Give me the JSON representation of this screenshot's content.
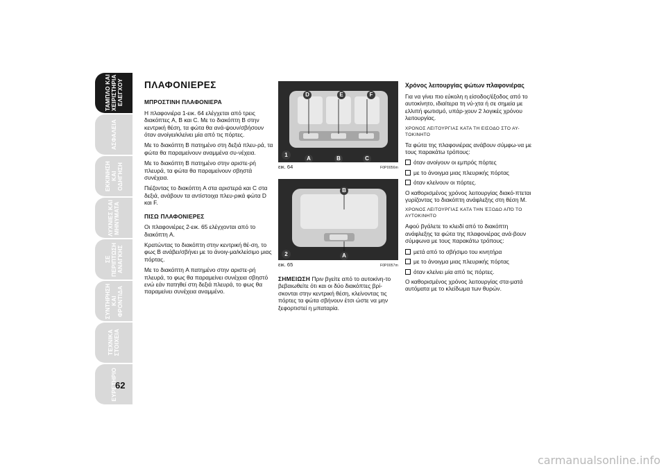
{
  "sidebar": {
    "tabs": [
      {
        "label": "ΤΑΜΠΛΟ ΚΑΙ\nΧΕΙΡΙΣΤΗΡΙΑ\nΕΛΕΓΧΟΥ",
        "active": true
      },
      {
        "label": "ΑΣΦΑΛΕΙΑ",
        "active": false
      },
      {
        "label": "ΕΚΚΙΝΗΣΗ\nΚΑΙ ΟΔΗΓΗΣΗ",
        "active": false
      },
      {
        "label": "ΛΥΧΝΙΕΣ ΚΑΙ\nΜΗΝΥΜΑΤΑ",
        "active": false
      },
      {
        "label": "ΣΕ ΠΕΡΙΠΤΩΣΗ\nΑΝΑΓΚΗΣ",
        "active": false
      },
      {
        "label": "ΣΥΝΤΗΡΗΣΗ\nΚΑΙ ΦΡΟΝΤΙΔΑ",
        "active": false
      },
      {
        "label": "ΤΕΧΝΙΚΑ\nΣΤΟΙΧΕΙΑ",
        "active": false
      },
      {
        "label": "ΕΥΡΕΤΗΡΙΟ",
        "active": false
      }
    ]
  },
  "page_number": "62",
  "col1": {
    "title": "ΠΛΑΦΟΝΙΕΡΕΣ",
    "front_heading": "ΜΠΡΟΣΤΙΝΗ ΠΛΑΦΟΝΙΕΡΑ",
    "p1": "Η πλαφονιέρα 1-εικ. 64 ελέγχεται από τρεις διακόπτες A, B και C. Με το διακόπτη B στην κεντρική θέση, τα φώτα θα ανά-ψουν/σβήσουν όταν ανοίγει/κλείνει μία από τις πόρτες.",
    "p2": "Με το διακόπτη B πατημένο στη δεξιά πλευ-ρά, τα φώτα θα παραμείνουν αναμμένα συ-νέχεια.",
    "p3": "Με το διακόπτη B πατημένο στην αριστε-ρή πλευρά, τα φώτα θα παραμείνουν σβηστά συνέχεια.",
    "p4": "Πιέζοντας το διακόπτη A στα αριστερά και C στα δεξιά, ανάβουν τα αντίστοιχα πλευ-ρικά φώτα D και F.",
    "rear_heading": "ΠΙΣΩ ΠΛΑΦΟΝΙΕΡΕΣ",
    "p5": "Οι πλαφονιέρες 2-εικ. 65 ελέγχονται από το διακόπτη A.",
    "p6": "Κρατώντας το διακόπτη στην κεντρική θέ-ση, το φως B ανάβει/σβήνει με το άνοιγ-μα/κλείσιμο μιας πόρτας.",
    "p7": "Με το διακόπτη A πατημένο στην αριστε-ρή πλευρά, το φως θα παραμείνει συνέχεια σβηστό ενώ εάν πατηθεί στη δεξιά πλευρά, το φως θα παραμείνει συνέχεια αναμμένο."
  },
  "figures": [
    {
      "label": "εικ. 64",
      "code": "F0P0056m",
      "markers": [
        "D",
        "E",
        "F",
        "1",
        "A",
        "B",
        "C"
      ]
    },
    {
      "label": "εικ. 65",
      "code": "F0P0057m",
      "markers": [
        "B",
        "2",
        "A"
      ]
    }
  ],
  "note": {
    "lead": "ΣΗΜΕΙΩΣΗ",
    "text": " Πριν βγείτε από το αυτοκίνη-το βεβαιωθείτε ότι και οι δύο διακόπτες βρί-σκονται στην κεντρική θέση, κλείνοντας τις πόρτες τα φώτα σβήνουν έτσι ώστε να μην ξεφορτιστεί η μπαταρία."
  },
  "col3": {
    "heading": "Χρόνος λειτουργίας φώτων πλαφονιέρας",
    "p1": "Για να γίνει πιο εύκολη η είσοδος/έξοδος από το αυτοκίνητο, ιδιαίτερα τη νύ-χτα ή σε σημεία με ελλιπή φωτισμό, υπάρ-χουν 2 λογικές χρόνου λειτουργίας.",
    "sub1": "ΧΡΟΝΟς ΛΕΙΤΟΥΡΓΙΑς ΚΑΤΑ ΤΗ ΕΙΣΟΔΟ ΣΤΟ ΑΥ-ΤΟΚΙΝΗΤΟ",
    "p2": "Τα φώτα της πλαφονιέρας ανάβουν σύμφω-να με τους παρακάτω τρόπους:",
    "list1": [
      "όταν ανοίγουν οι εμπρός πόρτες",
      "με το άνοιγμα μιας πλευρικής πόρτας",
      "όταν κλείνουν οι πόρτες."
    ],
    "p3": "Ο καθορισμένος χρόνος λειτουργίας διακό-πτεται γυρίζοντας το διακόπτη ανάφλεξης στη θέση M.",
    "sub2": "ΧΡΟΝΟς ΛΕΙΤΟΥΡΓΙΑς ΚΑΤΑ ΤΗΝ ΈΞΟΔΟ ΑπΌ ΤΟ ΑΥΤΟΚΙΝΗΤΟ",
    "p4": "Αφού βγάλετε το κλειδί από το διακόπτη ανάφλεξης τα φώτα της πλαφονιέρας ανά-βουν σύμφωνα με τους παρακάτω τρόπους:",
    "list2": [
      "μετά από το σβήσιμο του κινητήρα",
      "με το άνοιγμα μιας πλευρικής πόρτας",
      "όταν κλείνει μία από τις πόρτες."
    ],
    "p5": "Ο καθορισμένος χρόνος λειτουργίας στα-ματά αυτόματα με το κλείδωμα των θυρών."
  },
  "watermark": "carmanualsonline.info",
  "colors": {
    "tab_active": "#1a1a1a",
    "tab_inactive": "#d9d9d9",
    "marker": "#3a3a3a",
    "figure_bg": "#2b2b2b"
  }
}
